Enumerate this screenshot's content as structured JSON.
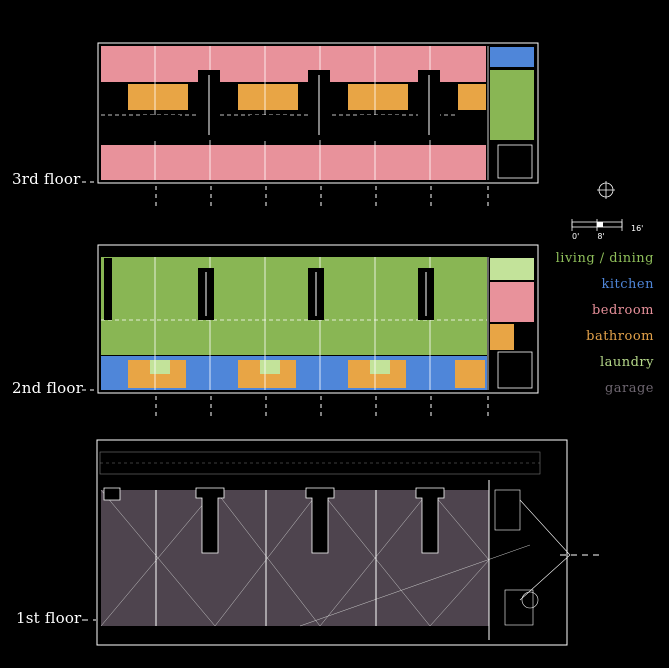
{
  "floors": {
    "third": {
      "label": "3rd floor"
    },
    "second": {
      "label": "2nd floor"
    },
    "first": {
      "label": "1st floor"
    }
  },
  "legend": {
    "items": [
      {
        "label": "living / dining",
        "color": "#8fbf5a"
      },
      {
        "label": "kitchen",
        "color": "#4f86d9"
      },
      {
        "label": "bedroom",
        "color": "#e7909a"
      },
      {
        "label": "bathroom",
        "color": "#e3a24a"
      },
      {
        "label": "laundry",
        "color": "#b6d98a"
      },
      {
        "label": "garage",
        "color": "#6e6670"
      }
    ]
  },
  "scale_bar": {
    "ticks": [
      "0'",
      "8'",
      "16'"
    ]
  },
  "north_arrow": {
    "label": "north"
  },
  "colors": {
    "living": "#89b654",
    "kitchen": "#4f86d9",
    "bedroom": "#e8929b",
    "bathroom": "#e8a545",
    "laundry": "#c3e39a",
    "garage": "#4e444e",
    "wall": "#000000",
    "line": "#ffffff"
  }
}
